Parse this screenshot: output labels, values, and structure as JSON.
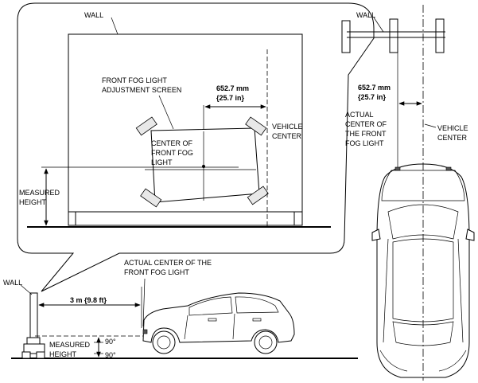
{
  "callout": {
    "wall_label": "WALL",
    "screen_label_line1": "FRONT FOG LIGHT",
    "screen_label_line2": "ADJUSTMENT SCREEN",
    "offset_mm": "652.7 mm",
    "offset_in": "{25.7 in}",
    "center_line1": "CENTER OF",
    "center_line2": "FRONT FOG",
    "center_line3": "LIGHT",
    "vehicle_center_line1": "VEHICLE",
    "vehicle_center_line2": "CENTER",
    "measured_line1": "MEASURED",
    "measured_line2": "HEIGHT"
  },
  "side_view": {
    "wall_label": "WALL",
    "distance_label": "3 m {9.8 ft}",
    "actual_center_line1": "ACTUAL CENTER OF THE",
    "actual_center_line2": "FRONT FOG LIGHT",
    "measured_line1": "MEASURED",
    "measured_line2": "HEIGHT",
    "angle_top": "90°",
    "angle_bottom": "90°"
  },
  "top_view": {
    "wall_label": "WALL",
    "offset_mm": "652.7 mm",
    "offset_in": "{25.7 in}",
    "actual_line1": "ACTUAL",
    "actual_line2": "CENTER OF",
    "actual_line3": "THE FRONT",
    "actual_line4": "FOG LIGHT",
    "vehicle_center_line1": "VEHICLE",
    "vehicle_center_line2": "CENTER"
  }
}
